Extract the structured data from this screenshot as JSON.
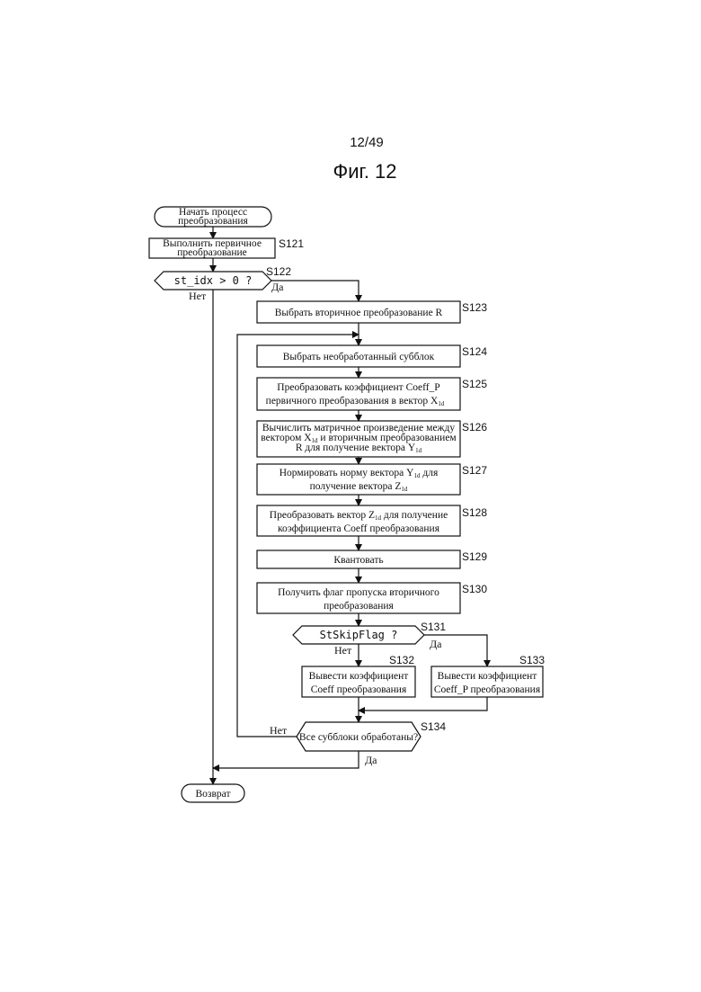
{
  "header": {
    "page_number": "12/49",
    "figure_title": "Фиг. 12"
  },
  "nodes": {
    "start": {
      "lines": [
        "Начать процесс",
        "преобразования"
      ]
    },
    "s121": {
      "step": "S121",
      "lines": [
        "Выполнить первичное",
        "преобразование"
      ]
    },
    "s122": {
      "step": "S122",
      "condition": "st_idx > 0 ?",
      "no": "Нет",
      "yes": "Да"
    },
    "s123": {
      "step": "S123",
      "lines": [
        "Выбрать вторичное преобразование R"
      ]
    },
    "s124": {
      "step": "S124",
      "lines": [
        "Выбрать необработанный субблок"
      ]
    },
    "s125": {
      "step": "S125",
      "lines": [
        "Преобразовать коэффициент Coeff_P",
        "первичного преобразования в вектор X"
      ],
      "subscripts": [
        "1d"
      ]
    },
    "s126": {
      "step": "S126",
      "line1": "Вычислить матричное произведение между",
      "line2a": "вектором X",
      "line2sub": "1d",
      "line2b": " и вторичным преобразованием",
      "line3a": "R для получение вектора Y",
      "line3sub": "1d"
    },
    "s127": {
      "step": "S127",
      "line1a": "Нормировать норму вектора Y",
      "line1sub": "1d",
      "line1b": " для",
      "line2a": "получение вектора Z",
      "line2sub": "1d"
    },
    "s128": {
      "step": "S128",
      "line1a": "Преобразовать вектор Z",
      "line1sub": "1d",
      "line1b": " для получение",
      "line2": "коэффициента Coeff преобразования"
    },
    "s129": {
      "step": "S129",
      "lines": [
        "Квантовать"
      ]
    },
    "s130": {
      "step": "S130",
      "lines": [
        "Получить флаг пропуска вторичного",
        "преобразования"
      ]
    },
    "s131": {
      "step": "S131",
      "condition": "StSkipFlag ?",
      "no": "Нет",
      "yes": "Да"
    },
    "s132": {
      "step": "S132",
      "lines": [
        "Вывести коэффициент",
        "Coeff преобразования"
      ]
    },
    "s133": {
      "step": "S133",
      "lines": [
        "Вывести коэффициент",
        "Coeff_P преобразования"
      ]
    },
    "s134": {
      "step": "S134",
      "condition": "Все субблоки обработаны?",
      "no": "Нет",
      "yes": "Да"
    },
    "end": {
      "lines": [
        "Возврат"
      ]
    }
  }
}
